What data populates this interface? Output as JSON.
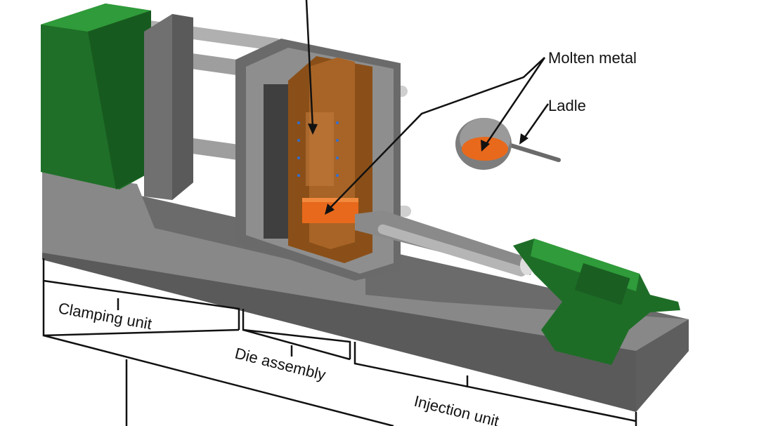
{
  "labels": {
    "molten_metal": "Molten metal",
    "ladle": "Ladle",
    "clamping_unit": "Clamping unit",
    "die_assembly": "Die assembly",
    "injection_unit": "Injection unit"
  },
  "colors": {
    "machine_gray": "#8a8a8a",
    "frame_dark": "#555555",
    "hydraulic_green": "#1e7a2a",
    "die_copper": "#9a5a1c",
    "molten_orange": "#e8691c",
    "leader_line": "#111111"
  }
}
